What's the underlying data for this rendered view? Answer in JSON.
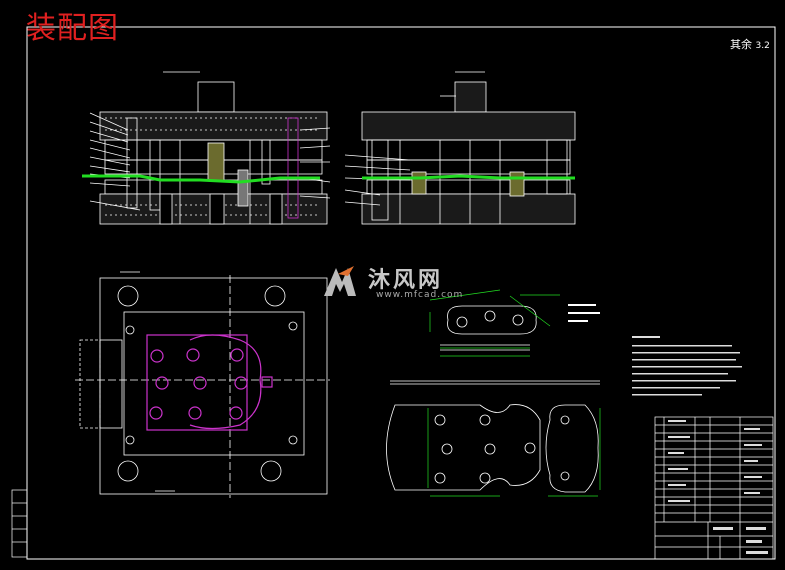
{
  "title": "装配图",
  "roughness": {
    "label": "其余",
    "value": "3.2"
  },
  "watermark": {
    "brand": "沐风网",
    "url": "www.mfcad.com"
  },
  "colors": {
    "frame": "#ffffff",
    "title": "#e02020",
    "strip": "#22dd22",
    "mark": "#cc33cc",
    "dim": "#22dd22",
    "line": "#ffffff"
  }
}
